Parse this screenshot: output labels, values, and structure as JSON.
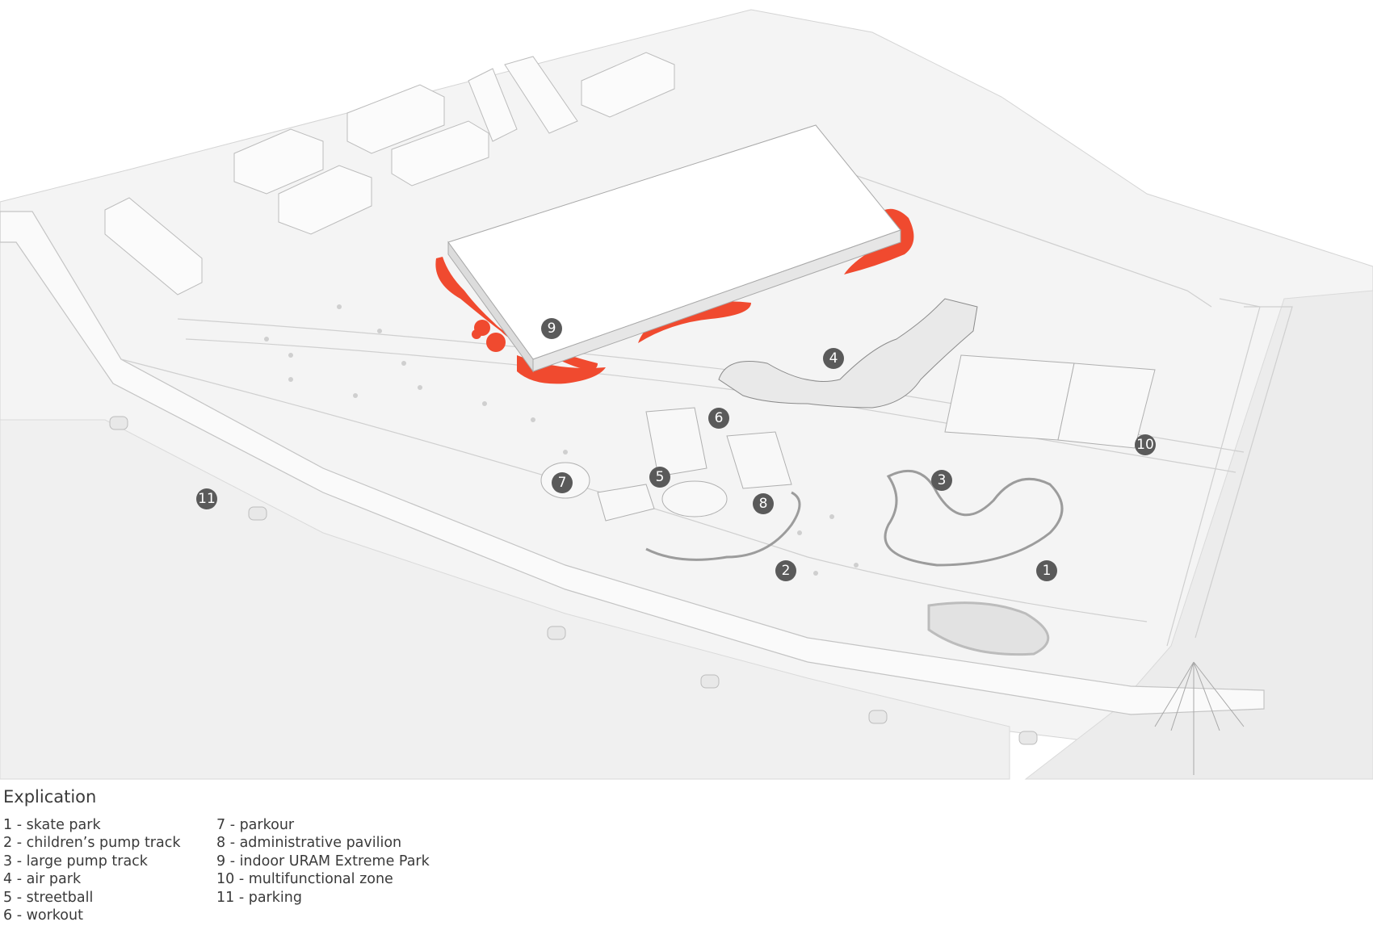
{
  "colors": {
    "background": "#ffffff",
    "ground": "#f2f2f2",
    "line": "#c9c9c9",
    "accent": "#f04a2f",
    "marker": "#5a5a5a",
    "text": "#3a3a3a"
  },
  "legend": {
    "title": "Explication",
    "items": [
      {
        "number": "1",
        "text": "1 - skate park"
      },
      {
        "number": "2",
        "text": "2 - children’s pump track"
      },
      {
        "number": "3",
        "text": "3 - large pump track"
      },
      {
        "number": "4",
        "text": "4 - air park"
      },
      {
        "number": "5",
        "text": "5 - streetball"
      },
      {
        "number": "6",
        "text": "6 - workout"
      },
      {
        "number": "7",
        "text": "7 - parkour"
      },
      {
        "number": "8",
        "text": "8 - administrative pavilion"
      },
      {
        "number": "9",
        "text": "9 - indoor URAM Extreme Park"
      },
      {
        "number": "10",
        "text": "10 - multifunctional zone"
      },
      {
        "number": "11",
        "text": "11 - parking"
      }
    ]
  },
  "markers": [
    "1",
    "2",
    "3",
    "4",
    "5",
    "6",
    "7",
    "8",
    "9",
    "10",
    "11"
  ]
}
